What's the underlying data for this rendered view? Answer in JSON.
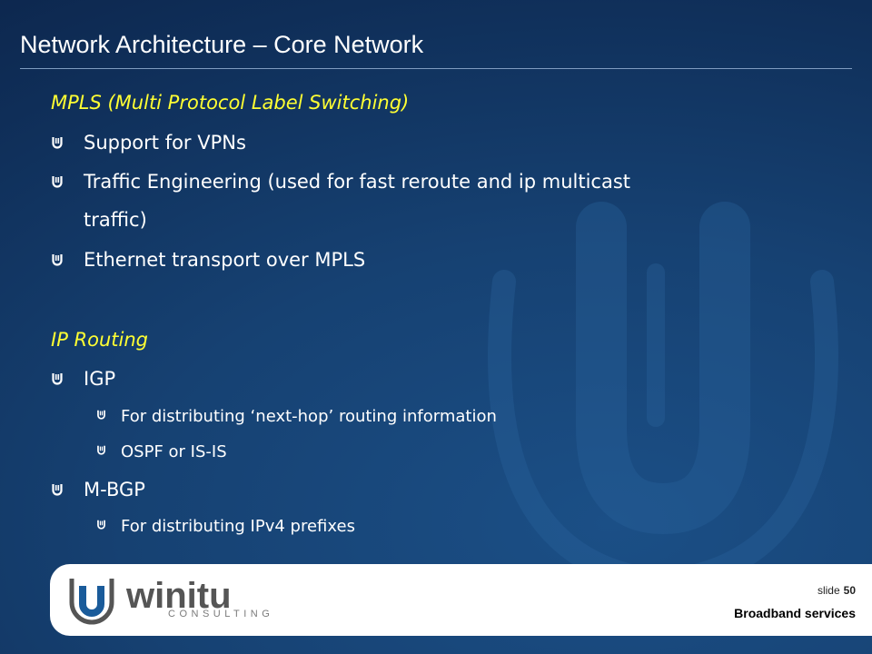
{
  "slide": {
    "title": "Network Architecture – Core Network",
    "sections": [
      {
        "heading": "MPLS (Multi Protocol Label Switching)",
        "items": [
          {
            "text": "Support for VPNs"
          },
          {
            "text": "Traffic Engineering (used for fast reroute and ip multicast",
            "continuation": "traffic)"
          },
          {
            "text": "Ethernet transport over MPLS"
          }
        ]
      },
      {
        "heading": "IP Routing",
        "items": [
          {
            "text": "IGP",
            "subitems": [
              "For distributing ‘next-hop’ routing information",
              "OSPF or IS-IS"
            ]
          },
          {
            "text": "M-BGP",
            "subitems": [
              "For distributing IPv4 prefixes"
            ]
          }
        ]
      }
    ]
  },
  "footer": {
    "logo_text": "winitu",
    "logo_subtext": "CONSULTING",
    "slide_label": "slide",
    "slide_number": "50",
    "caption": "Broadband services"
  },
  "colors": {
    "background": "#164172",
    "heading": "#ffff33",
    "text": "#ffffff",
    "logo_blue": "#1a5b9a",
    "logo_gray": "#555555"
  },
  "icons": {
    "bullet": "u-shape-bullet-icon",
    "watermark": "winitu-u-watermark-icon"
  }
}
